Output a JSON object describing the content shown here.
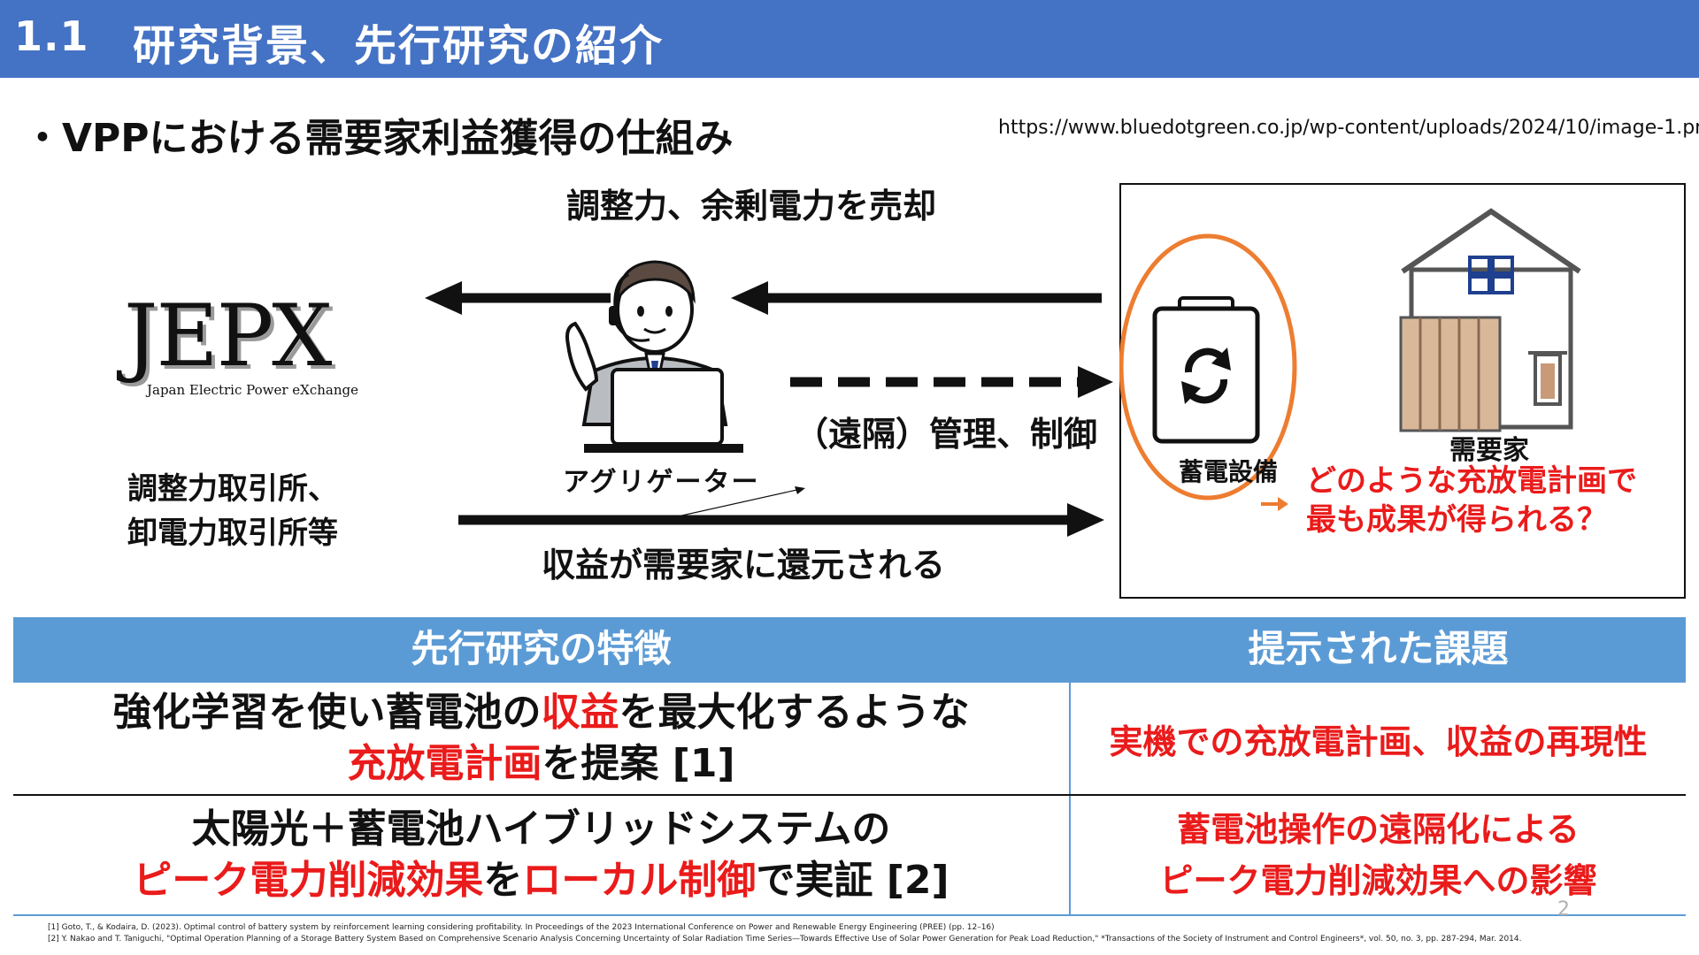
{
  "header": {
    "number": "1.1",
    "title": "研究背景、先行研究の紹介"
  },
  "subtitle": "・VPPにおける需要家利益獲得の仕組み",
  "source_url": "https://www.bluedotgreen.co.jp/wp-content/uploads/2024/10/image-1.png",
  "diagram": {
    "top_label": "調整力、余剰電力を売却",
    "mid_label": "（遠隔）管理、制御",
    "bottom_label": "収益が需要家に還元される",
    "aggregator_label": "アグリゲーター",
    "exchange_line1": "調整力取引所、",
    "exchange_line2": "卸電力取引所等",
    "jepx_logo": "JEPX",
    "jepx_sub": "Japan Electric Power eXchange",
    "battery_label": "蓄電設備",
    "consumer_label": "需要家",
    "question_line1": "どのような充放電計画で",
    "question_line2": "最も成果が得られる？"
  },
  "table": {
    "headers": [
      "先行研究の特徴",
      "提示された課題"
    ],
    "row1": {
      "left_a": "強化学習を使い蓄電池の",
      "left_b": "収益",
      "left_c": "を最大化するような",
      "left_d": "充放電計画",
      "left_e": "を提案 [1]",
      "right": "実機での充放電計画、収益の再現性"
    },
    "row2": {
      "left_a": "太陽光＋蓄電池ハイブリッドシステムの",
      "left_b": "ピーク電力削減効果",
      "left_c": "を",
      "left_d": "ローカル制御",
      "left_e": "で実証 [2]",
      "right_a": "蓄電池操作の遠隔化による",
      "right_b": "ピーク電力削減効果への影響"
    }
  },
  "page_number": "2",
  "references": [
    "[1] Goto, T., & Kodaira, D. (2023). Optimal control of battery system by reinforcement learning considering profitability. In Proceedings of the 2023 International Conference on Power and Renewable Energy Engineering (PREE) (pp. 12–16)",
    "[2] Y. Nakao and T. Taniguchi, \"Optimal Operation Planning of a Storage Battery System Based on Comprehensive Scenario Analysis Concerning Uncertainty of Solar Radiation Time Series—Towards Effective Use of Solar Power Generation for Peak Load Reduction,\" *Transactions of the Society of Instrument and Control Engineers*, vol. 50, no. 3, pp. 287-294, Mar. 2014."
  ],
  "colors": {
    "header_bg": "#4472c4",
    "table_header_bg": "#5b9bd5",
    "accent_red": "#ea1b1b",
    "ring_orange": "#ed7d31"
  }
}
